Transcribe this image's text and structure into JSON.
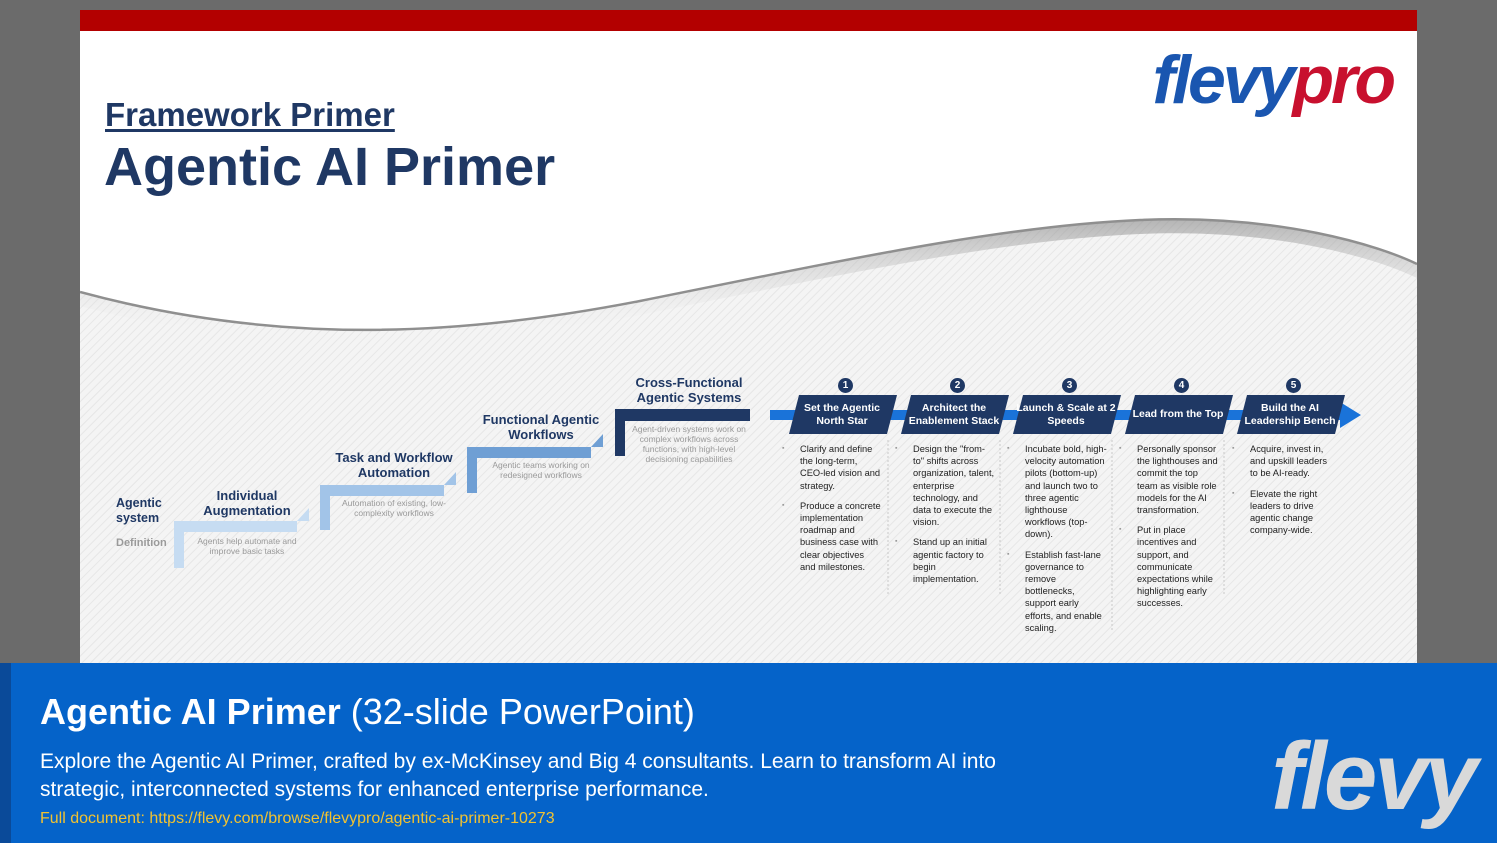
{
  "slide": {
    "brand_logo": {
      "part1": "flevy",
      "part2": "pro",
      "colors": {
        "part1": "#1a56b0",
        "part2": "#c8102e"
      }
    },
    "primer_label": "Framework Primer",
    "title": "Agentic AI Primer",
    "colors": {
      "top_bar": "#b30000",
      "navy": "#1f3864",
      "step_light": "#c6dcf2",
      "step_mid": "#7aa8d8",
      "step_dark": "#2f6db5",
      "arrow": "#1a73d9"
    }
  },
  "framework": {
    "axis_label": "Agentic system",
    "definition_label": "Definition",
    "steps": [
      {
        "title": "Individual Augmentation",
        "desc": "Agents help automate and improve basic tasks"
      },
      {
        "title": "Task and Workflow Automation",
        "desc": "Automation of existing, low-complexity workflows"
      },
      {
        "title": "Functional Agentic Workflows",
        "desc": "Agentic teams working on redesigned workflows"
      },
      {
        "title": "Cross-Functional Agentic Systems",
        "desc": "Agent-driven systems work on complex workflows across functions, with high-level decisioning capabilities"
      }
    ]
  },
  "pillars": [
    {
      "number": "1",
      "title": "Set the Agentic North Star",
      "bullets": [
        "Clarify and define the long-term, CEO-led vision and strategy.",
        "Produce a concrete implementation roadmap and business case with clear objectives and milestones."
      ]
    },
    {
      "number": "2",
      "title": "Architect the Enablement Stack",
      "bullets": [
        "Design the \"from-to\" shifts across organization, talent, enterprise technology, and data to execute the vision.",
        "Stand up an initial agentic factory to begin implementation."
      ]
    },
    {
      "number": "3",
      "title": "Launch & Scale at 2 Speeds",
      "bullets": [
        "Incubate bold, high-velocity automation pilots (bottom-up) and launch two to three agentic lighthouse workflows (top-down).",
        "Establish fast-lane governance to remove bottlenecks, support early efforts, and enable scaling."
      ]
    },
    {
      "number": "4",
      "title": "Lead from the Top",
      "bullets": [
        "Personally sponsor the lighthouses and commit the top team as visible role models for the AI transformation.",
        "Put in place incentives and support, and communicate expectations while highlighting early successes."
      ]
    },
    {
      "number": "5",
      "title": "Build the AI Leadership Bench",
      "bullets": [
        "Acquire, invest in, and upskill leaders to be AI-ready.",
        "Elevate the right leaders to drive agentic change company-wide."
      ]
    }
  ],
  "footer": {
    "title_bold": "Agentic AI Primer",
    "title_rest": " (32-slide PowerPoint)",
    "description": "Explore the Agentic AI Primer, crafted by ex-McKinsey and Big 4 consultants. Learn to transform AI into strategic, interconnected systems for enhanced enterprise performance.",
    "link": "Full document: https://flevy.com/browse/flevypro/agentic-ai-primer-10273",
    "logo": "flevy",
    "colors": {
      "background": "#0563c9",
      "link": "#f2c230"
    }
  }
}
